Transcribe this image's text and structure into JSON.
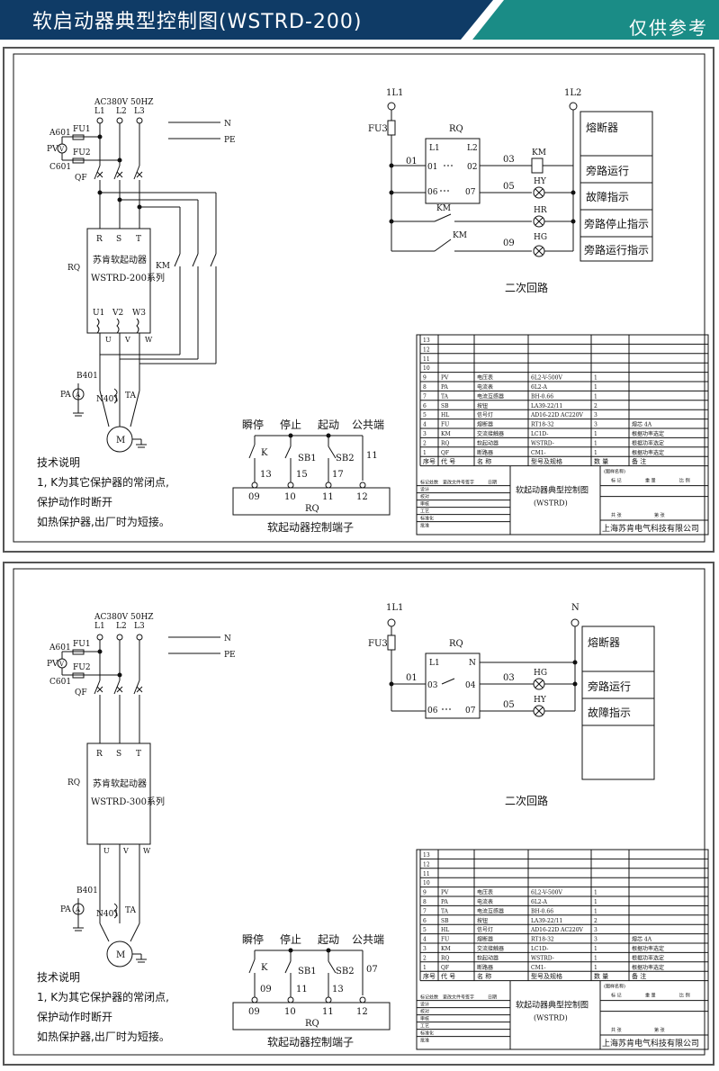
{
  "header": {
    "title": "软启动器典型控制图(WSTRD-200)",
    "badge": "仅供参考"
  },
  "diagram1": {
    "supply": {
      "voltage": "AC380V",
      "freq": "50HZ",
      "l1": "L1",
      "l2": "L2",
      "l3": "L3"
    },
    "fu1": "FU1",
    "fu2": "FU2",
    "a601": "A601",
    "c601": "C601",
    "pv": "PV",
    "qf": "QF",
    "n": "N",
    "pe": "PE",
    "rq": "RQ",
    "km": "KM",
    "r": "R",
    "s": "S",
    "t": "T",
    "device_name": "苏肯软起动器",
    "device_model": "WSTRD-200系列",
    "u1": "U1",
    "v2": "V2",
    "w3": "W3",
    "u": "U",
    "v": "V",
    "w": "W",
    "b401": "B401",
    "pa": "PA",
    "n401": "N401",
    "ta": "TA",
    "motor": "M",
    "tech_title": "技术说明",
    "tech_lines": [
      "1, K为其它保护器的常闭点,",
      "保护动作时断开",
      "如热保护器,出厂时为短接。"
    ],
    "ctrl": {
      "labels": [
        "瞬停",
        "停止",
        "起动",
        "公共端"
      ],
      "k": "K",
      "sb1": "SB1",
      "sb2": "SB2",
      "n11": "11",
      "wires": [
        "13",
        "15",
        "17"
      ],
      "terms": [
        "09",
        "10",
        "11",
        "12"
      ],
      "rq": "RQ",
      "caption": "软起动器控制端子"
    },
    "sec": {
      "l1": "1L1",
      "l2": "1L2",
      "fu3": "FU3",
      "rq": "RQ",
      "tl1": "L1",
      "tl2": "L2",
      "c01": "01",
      "c01b": "01",
      "c02": "02",
      "c03": "03",
      "c05": "05",
      "c06": "06",
      "c07": "07",
      "c09": "09",
      "km": "KM",
      "hy": "HY",
      "hr": "HR",
      "hg": "HG",
      "km2": "KM",
      "km3": "KM",
      "legend": [
        "熔断器",
        "旁路运行",
        "故障指示",
        "旁路停止指示",
        "旁路运行指示"
      ],
      "caption": "二次回路"
    },
    "table": {
      "rows": [
        [
          "13",
          "",
          "",
          "",
          "",
          ""
        ],
        [
          "12",
          "",
          "",
          "",
          "",
          ""
        ],
        [
          "11",
          "",
          "",
          "",
          "",
          ""
        ],
        [
          "10",
          "",
          "",
          "",
          "",
          ""
        ],
        [
          "9",
          "PV",
          "电压表",
          "6L2-V-500V",
          "1",
          ""
        ],
        [
          "8",
          "PA",
          "电流表",
          "6L2-A",
          "1",
          ""
        ],
        [
          "7",
          "TA",
          "电流互感器",
          "BH-0.66",
          "1",
          ""
        ],
        [
          "6",
          "SB",
          "按钮",
          "LA39-22/11",
          "2",
          ""
        ],
        [
          "5",
          "HL",
          "信号灯",
          "AD16-22D AC220V",
          "3",
          ""
        ],
        [
          "4",
          "FU",
          "熔断器",
          "RT18-32",
          "3",
          "熔芯 4A"
        ],
        [
          "3",
          "KM",
          "交流接触器",
          "LC1D-",
          "1",
          "根据功率选定"
        ],
        [
          "2",
          "RQ",
          "软起动器",
          "WSTRD-",
          "1",
          "根据功率选定"
        ],
        [
          "1",
          "QF",
          "断路器",
          "CM1-",
          "1",
          "根据功率选定"
        ]
      ],
      "head": [
        "序号",
        "代 号",
        "名 称",
        "型号及规格",
        "数 量",
        "备 注"
      ],
      "sign_cols": [
        "标记处数",
        "更改文件号",
        "签字",
        "日期"
      ],
      "sign_rows": [
        "设计",
        "校对",
        "审核",
        "工艺",
        "标准化",
        "批准"
      ],
      "drawing_title": "软起动器典型控制图",
      "drawing_sub": "(WSTRD)",
      "mini_head": "(图样名称)",
      "mini_cols": [
        "标 记",
        "重 量",
        "比 例"
      ],
      "mini_cols2": [
        "共 张",
        "第 张"
      ],
      "company": "上海苏肯电气科技有限公司"
    }
  },
  "diagram2": {
    "supply": {
      "voltage": "AC380V",
      "freq": "50HZ",
      "l1": "L1",
      "l2": "L2",
      "l3": "L3"
    },
    "fu1": "FU1",
    "fu2": "FU2",
    "a601": "A601",
    "c601": "C601",
    "pv": "PV",
    "qf": "QF",
    "n": "N",
    "pe": "PE",
    "rq": "RQ",
    "r": "R",
    "s": "S",
    "t": "T",
    "device_name": "苏肯软起动器",
    "device_model": "WSTRD-300系列",
    "u": "U",
    "v": "V",
    "w": "W",
    "b401": "B401",
    "pa": "PA",
    "n401": "N401",
    "ta": "TA",
    "motor": "M",
    "tech_title": "技术说明",
    "tech_lines": [
      "1, K为其它保护器的常闭点,",
      "保护动作时断开",
      "如热保护器,出厂时为短接。"
    ],
    "ctrl": {
      "labels": [
        "瞬停",
        "停止",
        "起动",
        "公共端"
      ],
      "k": "K",
      "sb1": "SB1",
      "sb2": "SB2",
      "n07": "07",
      "wires": [
        "09",
        "11",
        "13"
      ],
      "terms": [
        "09",
        "10",
        "11",
        "12"
      ],
      "rq": "RQ",
      "caption": "软起动器控制端子"
    },
    "sec": {
      "l1": "1L1",
      "n": "N",
      "fu3": "FU3",
      "rq": "RQ",
      "tl1": "L1",
      "tn": "N",
      "c01": "01",
      "c03": "03",
      "c03b": "03",
      "c04": "04",
      "c05": "05",
      "c06": "06",
      "c07": "07",
      "hg": "HG",
      "hy": "HY",
      "legend": [
        "熔断器",
        "旁路运行",
        "故障指示"
      ],
      "caption": "二次回路"
    }
  }
}
